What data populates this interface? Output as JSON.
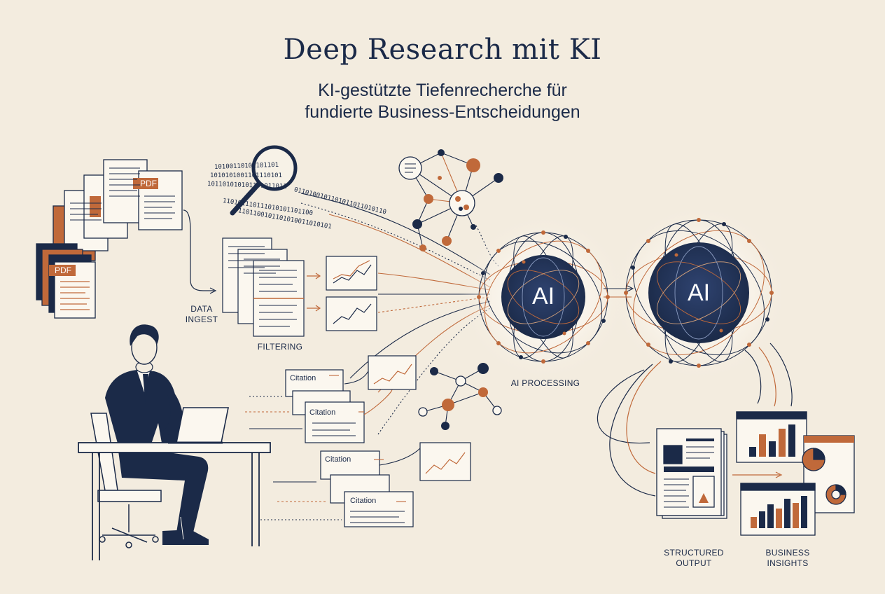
{
  "header": {
    "title": "Deep Research mit KI",
    "subtitle_line1": "KI-gestützte Tiefenrecherche für",
    "subtitle_line2": "fundierte Business-Entscheidungen"
  },
  "stages": {
    "data_ingest": "DATA INGEST",
    "filtering": "FILTERING",
    "ai_processing": "AI PROCESSING",
    "structured_output": "STRUCTURED OUTPUT",
    "business_insights": "BUSINESS INSIGHTS"
  },
  "ai_nodes": [
    "AI",
    "AI"
  ],
  "document_tag": "PDF",
  "citations": [
    "Citation",
    "Citation",
    "Citation",
    "Citation"
  ],
  "binary_stream": [
    "10100110101101101",
    "1010101001101110101",
    "101101010101101011011",
    "0110100101101011011010110",
    "110101110111010101101100",
    "1101100101101010011010101"
  ],
  "colors": {
    "background": "#f3ecdf",
    "navy": "#1b2a48",
    "accent": "#c0693a"
  }
}
